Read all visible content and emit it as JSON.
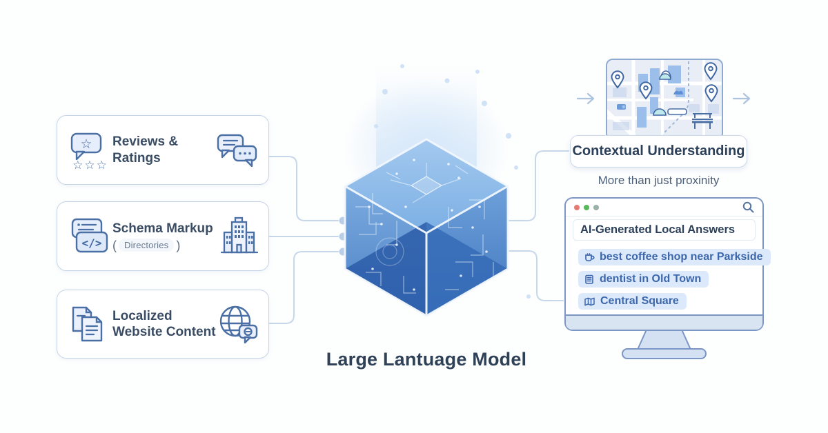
{
  "diagram_title": "Large Lantuage Model",
  "left_cards": [
    {
      "title": "Reviews & Ratings",
      "left_icon": "review-star-bubble-icon",
      "right_icon": "chat-bubbles-icon"
    },
    {
      "title": "Schema Markup",
      "subtitle_open": "(",
      "subtitle": "Directories",
      "subtitle_close": ")",
      "left_icon": "code-schema-icon",
      "right_icon": "building-icon"
    },
    {
      "title": "Localized Website Content",
      "left_icon": "documents-icon",
      "right_icon": "globe-chat-icon"
    }
  ],
  "center": {
    "label": "Large Lantuage Model",
    "illustration": "ai-circuit-cube"
  },
  "right": {
    "map_thumbnail": "city-map-with-pins",
    "context_label": "Contextual Understanding",
    "context_subtitle": "More than just proxinity",
    "browser": {
      "window_dots": [
        "#e57b72",
        "#57b85c",
        "#9bb0a6"
      ],
      "search_icon": "magnifier-icon",
      "heading": "AI-Generated Local Answers",
      "chips": [
        {
          "icon": "coffee-cup-icon",
          "text": "best coffee shop near Parkside"
        },
        {
          "icon": "notepad-icon",
          "text": "dentist in Old Town"
        },
        {
          "icon": "folded-map-icon",
          "text": "Central Square"
        }
      ]
    }
  },
  "icon_glyphs": {
    "star": "☆",
    "stars_row": "☆☆☆",
    "code": "</>"
  },
  "colors": {
    "cube_top": "#93bfea",
    "cube_left": "#5f95d3",
    "cube_right": "#5289cb",
    "cube_dark": "#2e62b0",
    "outline_blue": "#4a6fa5",
    "connector": "#c7d7ea",
    "chip_bg": "#dce9fb",
    "chip_text": "#3c67ac",
    "card_border": "#c3d4e8"
  }
}
